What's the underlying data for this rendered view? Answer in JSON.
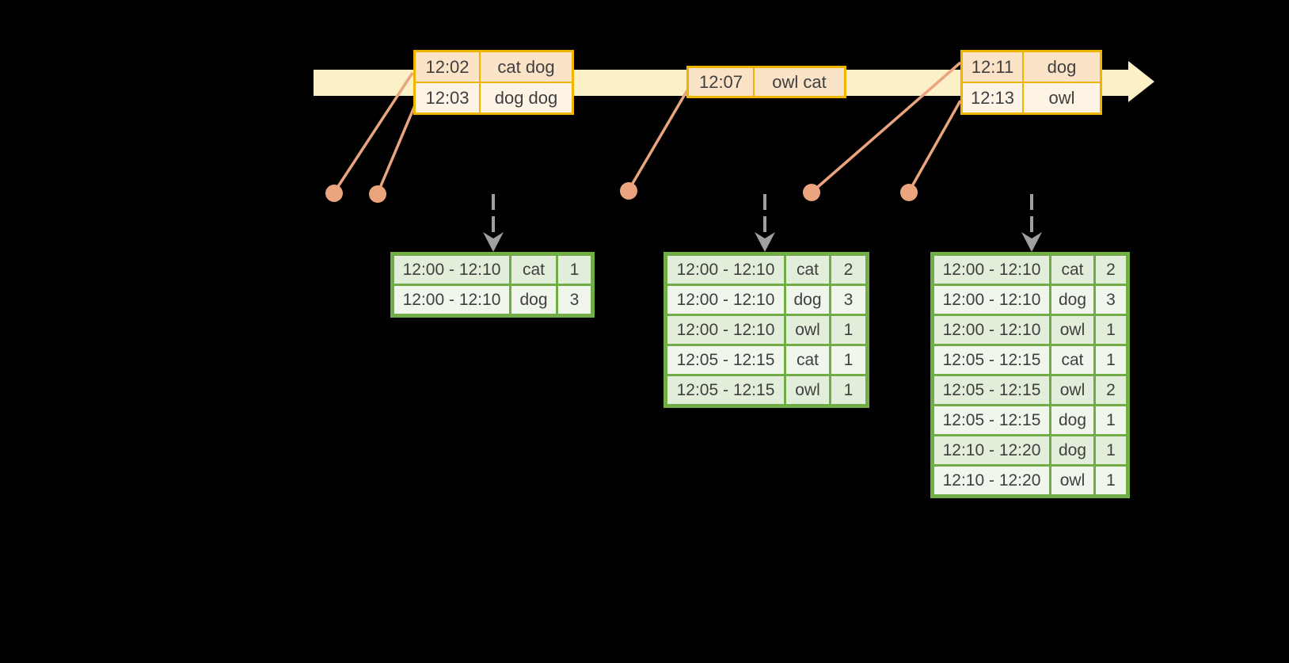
{
  "figure": {
    "background": "#000000",
    "kind": "event-time windowed aggregation diagram"
  },
  "colors": {
    "timeline_fill": "#fbf0c6",
    "event_table_border": "#f0b400",
    "event_row_odd_bg": "#fbe3c8",
    "event_row_even_bg": "#fdf4e6",
    "result_table_border": "#70ad47",
    "result_row_odd_bg": "#e2eed9",
    "result_row_even_bg": "#f1f6ec",
    "connector": "#eba57e",
    "trigger_arrow": "#a0a0a0",
    "text": "#3f3f3f"
  },
  "event_tables": [
    {
      "rows": [
        {
          "time": "12:02",
          "words": "cat dog"
        },
        {
          "time": "12:03",
          "words": "dog dog"
        }
      ]
    },
    {
      "rows": [
        {
          "time": "12:07",
          "words": "owl cat"
        }
      ]
    },
    {
      "rows": [
        {
          "time": "12:11",
          "words": "dog"
        },
        {
          "time": "12:13",
          "words": "owl"
        }
      ]
    }
  ],
  "result_tables": [
    {
      "rows": [
        {
          "window": "12:00 - 12:10",
          "word": "cat",
          "count": "1"
        },
        {
          "window": "12:00 - 12:10",
          "word": "dog",
          "count": "3"
        }
      ]
    },
    {
      "rows": [
        {
          "window": "12:00 - 12:10",
          "word": "cat",
          "count": "2"
        },
        {
          "window": "12:00 - 12:10",
          "word": "dog",
          "count": "3"
        },
        {
          "window": "12:00 - 12:10",
          "word": "owl",
          "count": "1"
        },
        {
          "window": "12:05 - 12:15",
          "word": "cat",
          "count": "1"
        },
        {
          "window": "12:05 - 12:15",
          "word": "owl",
          "count": "1"
        }
      ]
    },
    {
      "rows": [
        {
          "window": "12:00 - 12:10",
          "word": "cat",
          "count": "2"
        },
        {
          "window": "12:00 - 12:10",
          "word": "dog",
          "count": "3"
        },
        {
          "window": "12:00 - 12:10",
          "word": "owl",
          "count": "1"
        },
        {
          "window": "12:05 - 12:15",
          "word": "cat",
          "count": "1"
        },
        {
          "window": "12:05 - 12:15",
          "word": "owl",
          "count": "2"
        },
        {
          "window": "12:05 - 12:15",
          "word": "dog",
          "count": "1"
        },
        {
          "window": "12:10 - 12:20",
          "word": "dog",
          "count": "1"
        },
        {
          "window": "12:10 - 12:20",
          "word": "owl",
          "count": "1"
        }
      ]
    }
  ]
}
